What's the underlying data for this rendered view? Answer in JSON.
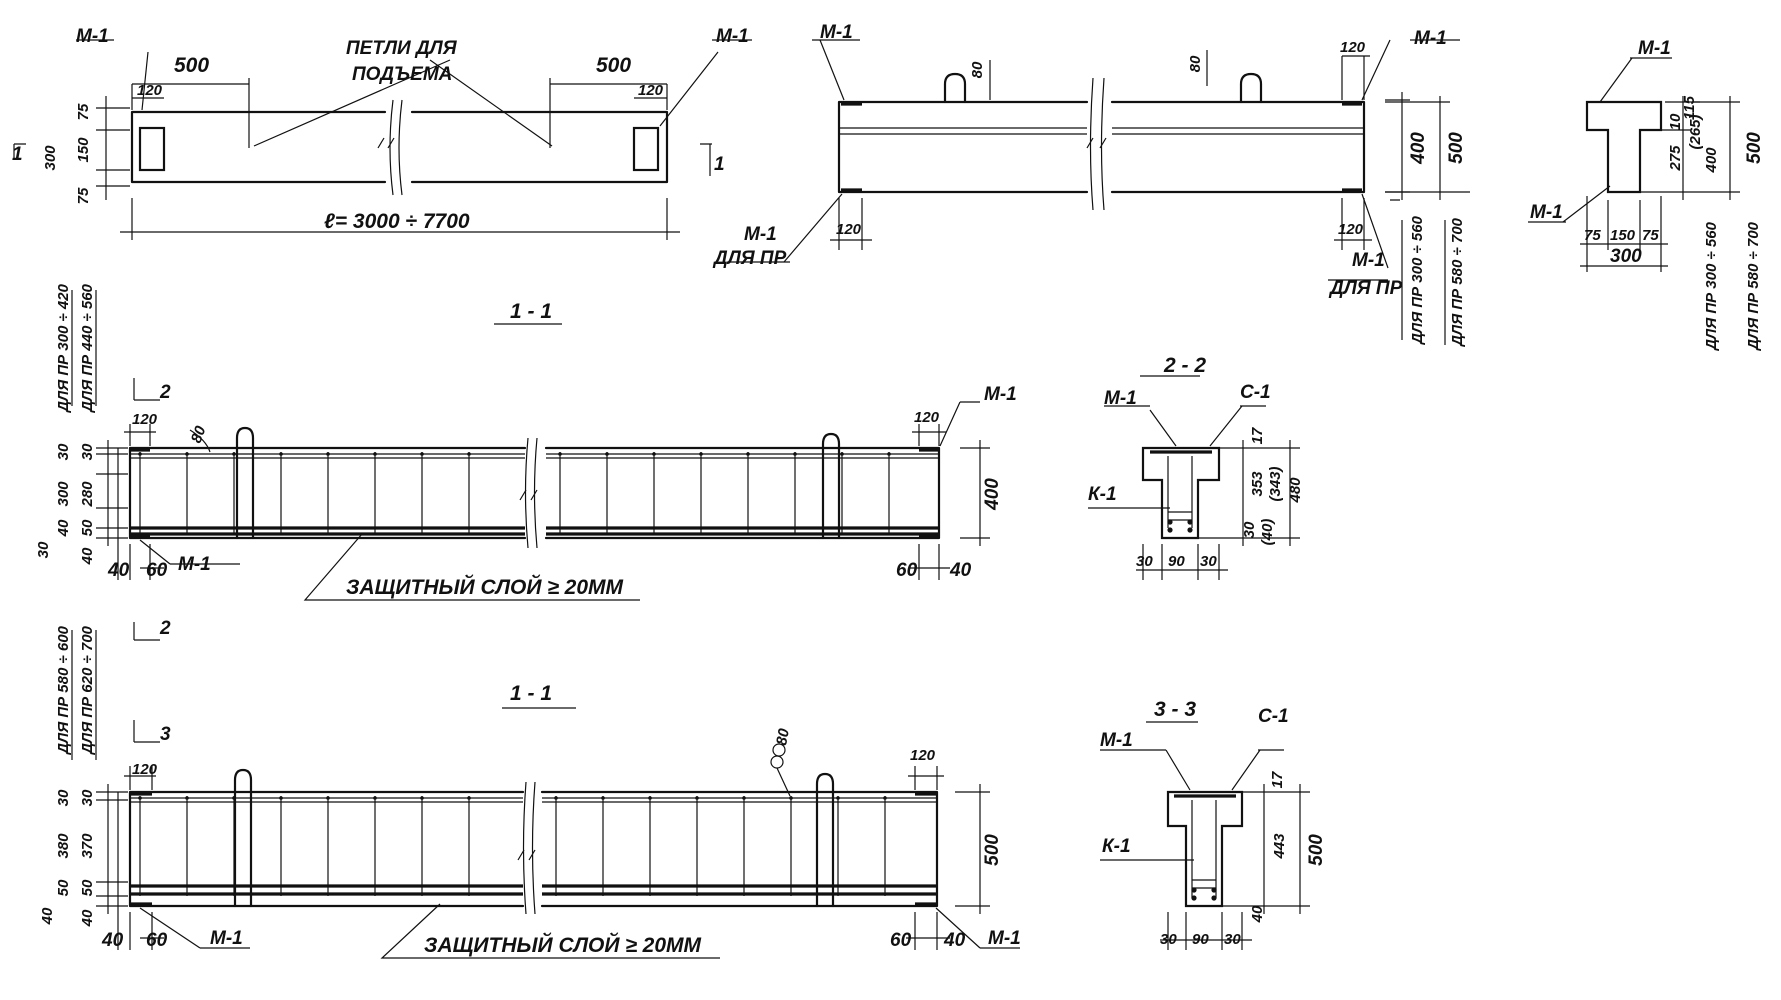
{
  "plan": {
    "mark_left": "М-1",
    "mark_right": "М-1",
    "dim_500_left": "500",
    "dim_500_right": "500",
    "dim_120_left": "120",
    "dim_120_right": "120",
    "loops_line1": "ПЕТЛИ ДЛЯ",
    "loops_line2": "ПОДЪЕМА",
    "span": "ℓ= 3000 ÷ 7700",
    "d75_top": "75",
    "d150": "150",
    "d75_bot": "75",
    "d300": "300",
    "cut1_left": "1",
    "cut1_right": "1"
  },
  "elev": {
    "m1_tl": "М-1",
    "m1_tr": "М-1",
    "d80_left": "80",
    "d80_right": "80",
    "d120_tr": "120",
    "m1_bl": "М-1",
    "for_pr_bl": "ДЛЯ ПР",
    "d120_bl": "120",
    "d120_br": "120",
    "m1_br": "М-1",
    "for_pr_br": "ДЛЯ ПР",
    "h400": "400",
    "h500": "500",
    "range1": "ДЛЯ ПР 300 ÷ 560",
    "range2": "ДЛЯ ПР 580 ÷ 700"
  },
  "xsec": {
    "m1_top": "М-1",
    "m1_bot": "М-1",
    "d115": "115",
    "d10": "10",
    "d265": "(265)",
    "d275": "275",
    "d400": "400",
    "d500": "500",
    "d75a": "75",
    "d150": "150",
    "d75b": "75",
    "d300": "300",
    "range1": "ДЛЯ ПР 300 ÷ 560",
    "range2": "ДЛЯ ПР 580 ÷ 700"
  },
  "s11a": {
    "title": "1 - 1",
    "cut_mark": "2",
    "cut_mark_bottom": "2",
    "d120_left": "120",
    "d80": "80",
    "d120_right": "120",
    "m1_tr": "М-1",
    "d400": "400",
    "m1_bl": "М-1",
    "d40_left": "40",
    "d60_left": "60",
    "d60_right": "60",
    "d40_right": "40",
    "cover": "ЗАЩИТНЫЙ СЛОЙ ≥ 20ММ",
    "range1": "ДЛЯ ПР 300 ÷ 420",
    "range2": "ДЛЯ ПР 440 ÷ 560",
    "v30a": "30",
    "v30b": "30",
    "v300": "300",
    "v280": "280",
    "v40": "40",
    "v50": "50",
    "v30c": "30",
    "v40b": "40"
  },
  "s22": {
    "title": "2 - 2",
    "m1": "М-1",
    "c1": "С-1",
    "k1": "К-1",
    "d17": "17",
    "d353": "353",
    "d343": "(343)",
    "d480": "480",
    "d30": "30",
    "d40": "(40)",
    "b30a": "30",
    "b90": "90",
    "b30b": "30"
  },
  "s11b": {
    "title": "1 - 1",
    "cut_mark": "3",
    "d120_left": "120",
    "d80": "80",
    "d120_right": "120",
    "d500": "500",
    "m1_bl": "М-1",
    "m1_br": "М-1",
    "d40_left": "40",
    "d60_left": "60",
    "d60_right": "60",
    "d40_right": "40",
    "cover": "ЗАЩИТНЫЙ СЛОЙ ≥ 20ММ",
    "range1": "ДЛЯ ПР 580 ÷ 600",
    "range2": "ДЛЯ ПР 620 ÷ 700",
    "v30a": "30",
    "v30b": "30",
    "v380": "380",
    "v370": "370",
    "v40": "40",
    "v50": "50",
    "v50b": "50",
    "v40b": "40"
  },
  "s33": {
    "title": "3 - 3",
    "m1": "М-1",
    "c1": "С-1",
    "k1": "К-1",
    "d17": "17",
    "d443": "443",
    "d500": "500",
    "d40": "40",
    "b30a": "30",
    "b90": "90",
    "b30b": "30"
  }
}
